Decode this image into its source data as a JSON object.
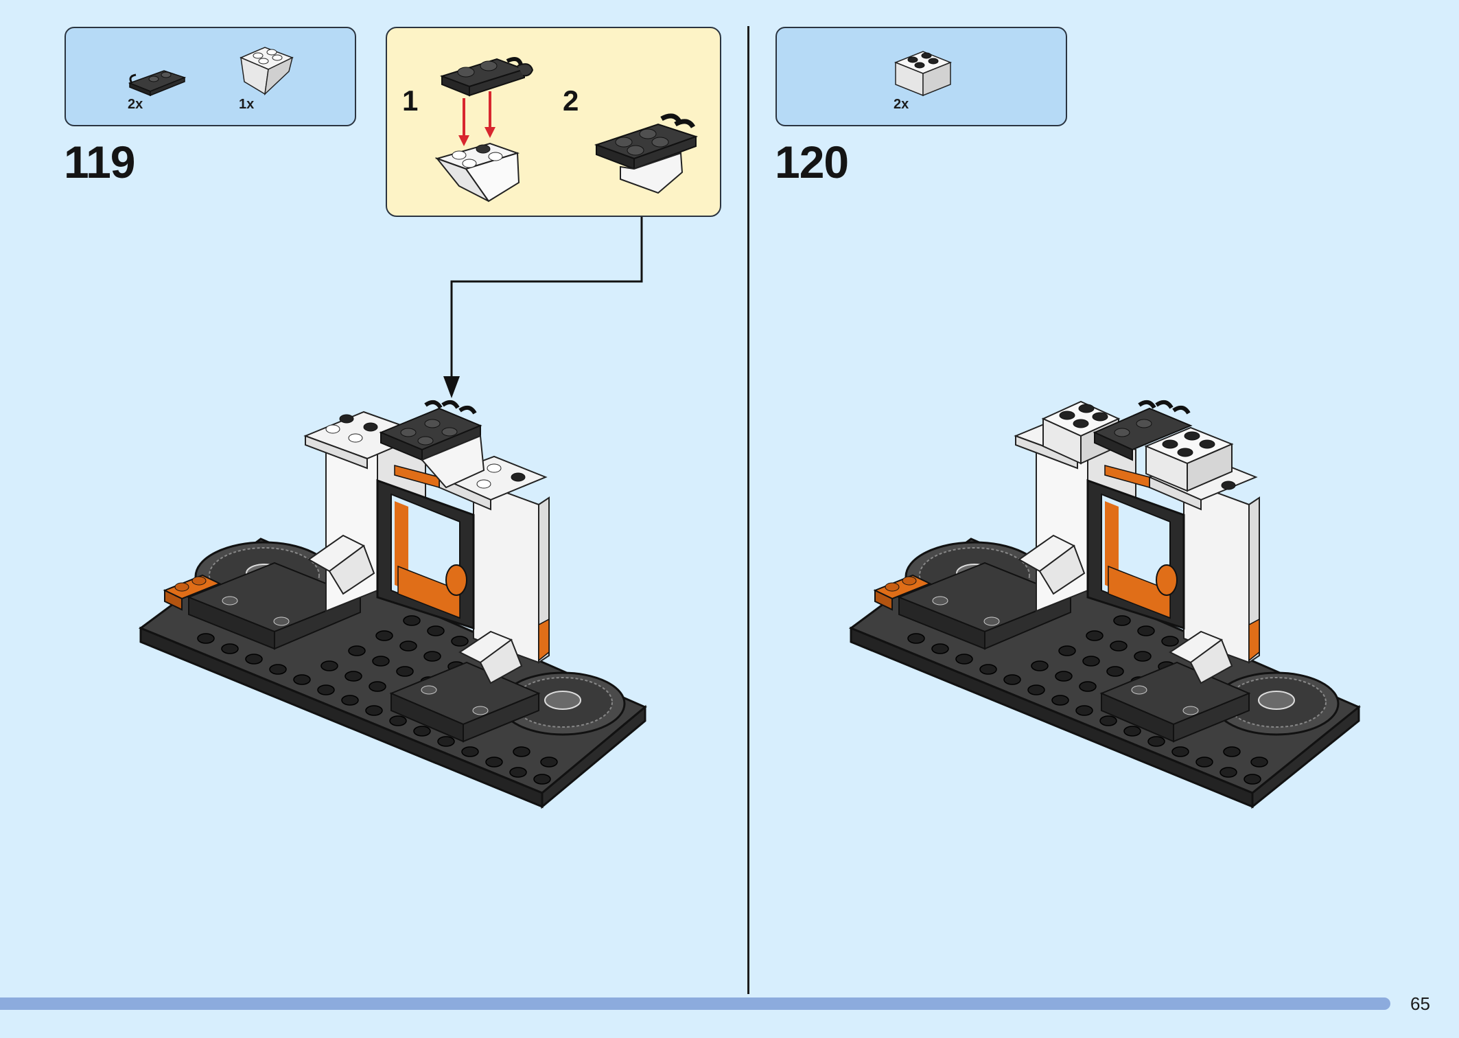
{
  "steps": [
    {
      "number": "119",
      "parts": [
        {
          "qty": "2x",
          "icon": "black-plate-with-clip-icon"
        },
        {
          "qty": "1x",
          "icon": "white-inverted-slope-icon"
        }
      ],
      "substeps": [
        {
          "label": "1"
        },
        {
          "label": "2"
        }
      ]
    },
    {
      "number": "120",
      "parts": [
        {
          "qty": "2x",
          "icon": "white-brick-2x2-icon"
        }
      ]
    }
  ],
  "page": {
    "number": "65",
    "progress_fraction": 0.953
  },
  "colors": {
    "background": "#d7eefd",
    "parts_box": "#b6daf6",
    "substep_box": "#fdf3c6",
    "progress_bar": "#8cabdd",
    "arrow_red": "#d8262e",
    "brick_orange": "#e06e18",
    "brick_black": "#3a3a3a"
  }
}
